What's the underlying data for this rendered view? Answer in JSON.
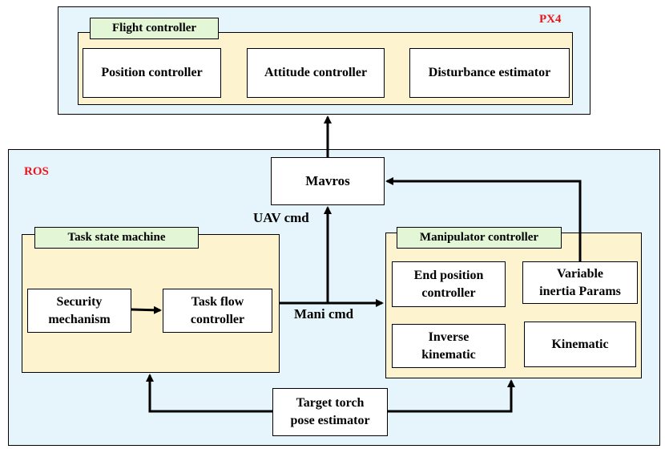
{
  "px4": {
    "label": "PX4",
    "group_label": "Flight controller",
    "boxes": [
      "Position controller",
      "Attitude controller",
      "Disturbance estimator"
    ]
  },
  "ros": {
    "label": "ROS",
    "mavros": "Mavros",
    "task": {
      "label": "Task state machine",
      "security": "Security\nmechanism",
      "flow": "Task flow\ncontroller"
    },
    "manip": {
      "label": "Manipulator controller",
      "end_pos": "End position\ncontroller",
      "variable": "Variable\ninertia Params",
      "inverse": "Inverse\nkinematic",
      "kinematic": "Kinematic"
    },
    "target": "Target torch\npose estimator"
  },
  "edges": {
    "uav_cmd": "UAV cmd",
    "mani_cmd": "Mani cmd"
  },
  "colors": {
    "frame_fill": "#e6f5fb",
    "group_fill": "#fdf3cf",
    "tag_fill": "#e3f6d6",
    "label_red": "#e8191e"
  }
}
